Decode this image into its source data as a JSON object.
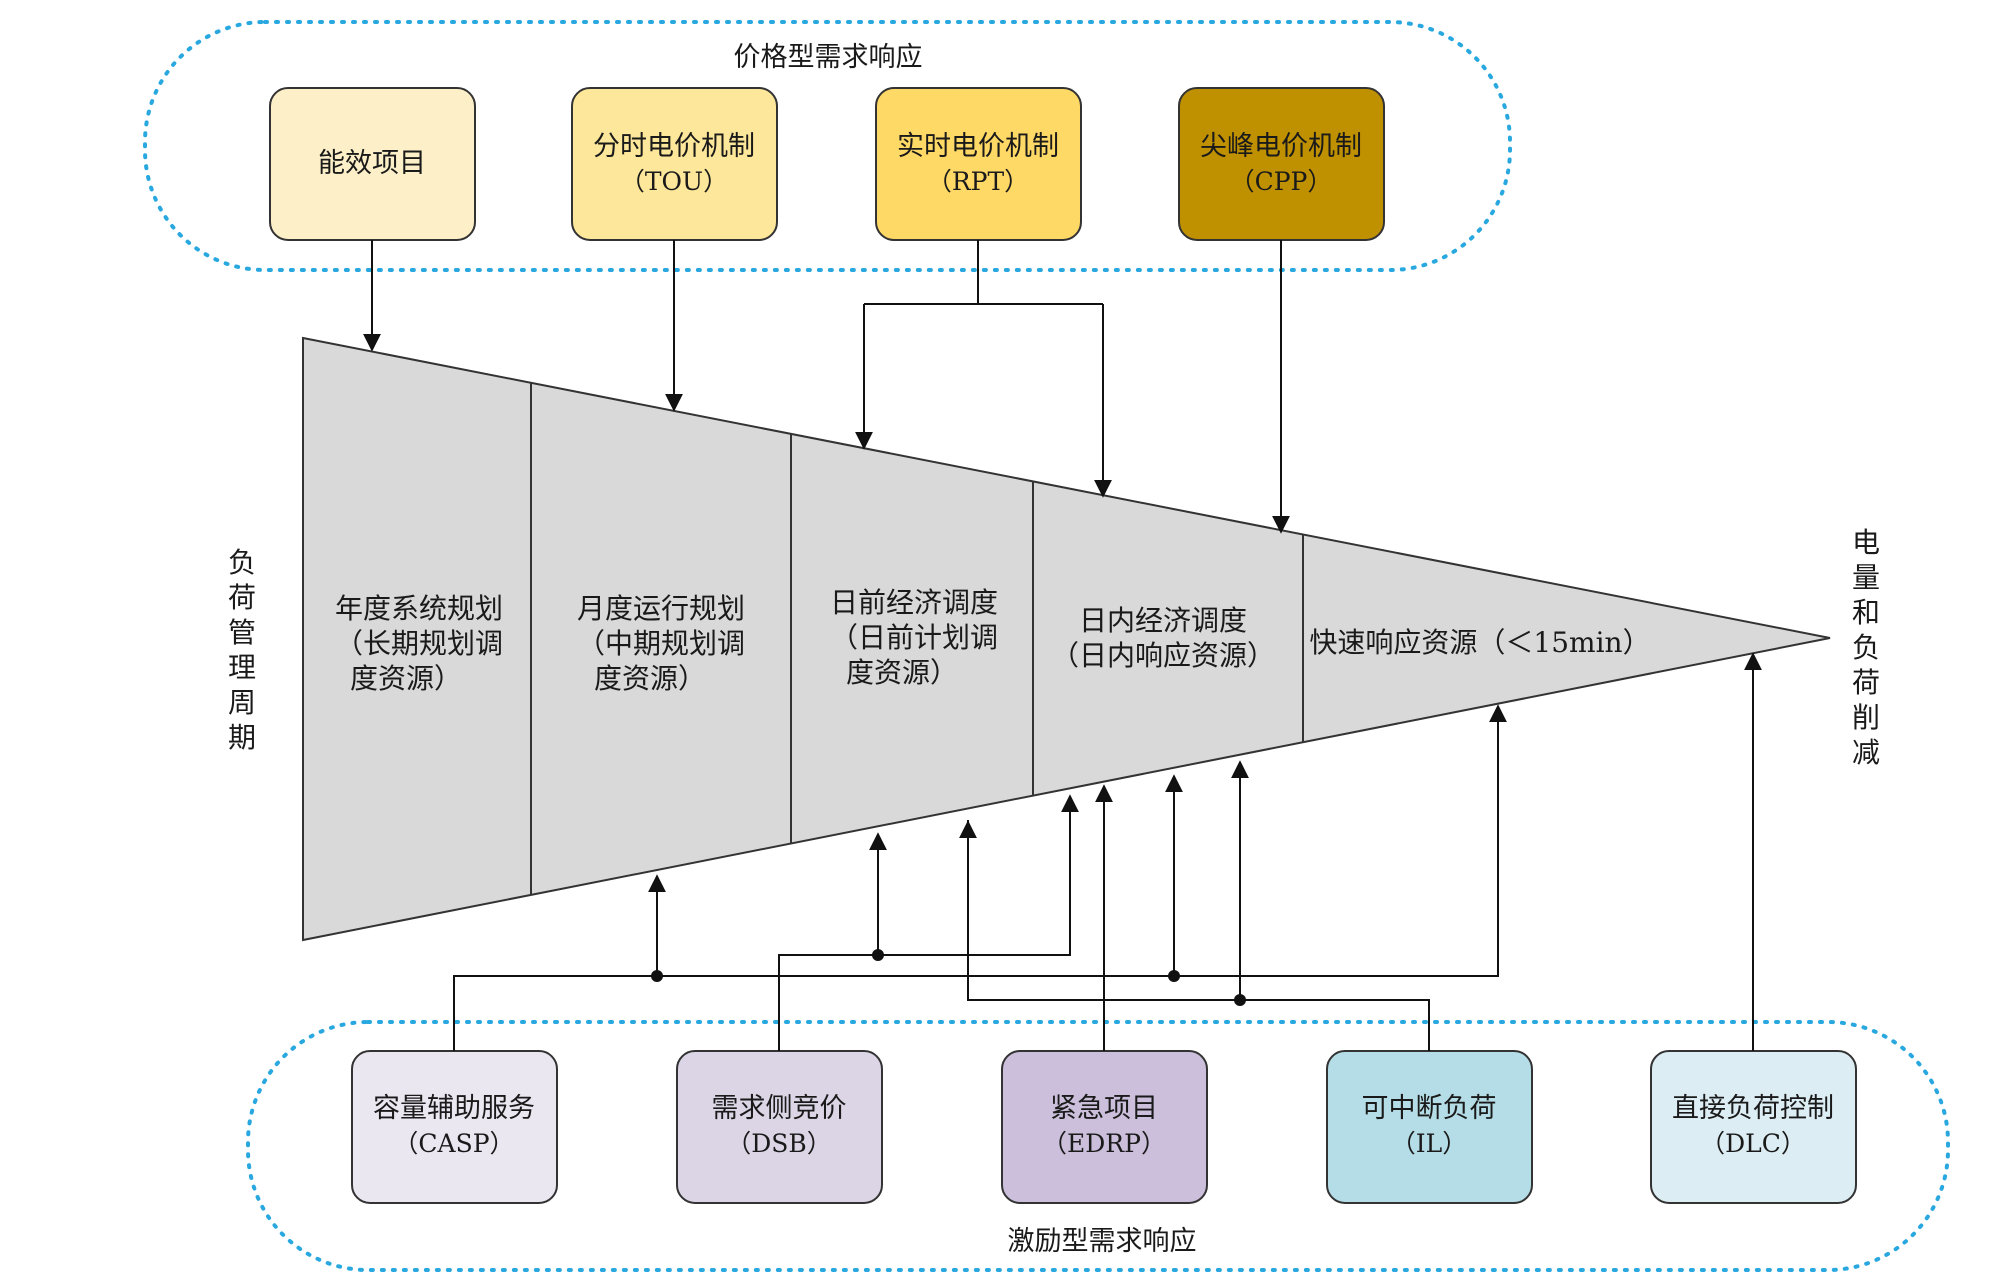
{
  "price_group": {
    "title": "价格型需求响应",
    "items": [
      {
        "line1": "能效项目",
        "line2": "",
        "color": "#fdf0c9"
      },
      {
        "line1": "分时电价机制",
        "line2": "（TOU）",
        "color": "#fde79a"
      },
      {
        "line1": "实时电价机制",
        "line2": "（RPT）",
        "color": "#ffd966"
      },
      {
        "line1": "尖峰电价机制",
        "line2": "（CPP）",
        "color": "#bf9000"
      }
    ]
  },
  "incentive_group": {
    "title": "激励型需求响应",
    "items": [
      {
        "line1": "容量辅助服务",
        "line2": "（CASP）",
        "color": "#ebe7f1"
      },
      {
        "line1": "需求侧竞价",
        "line2": "（DSB）",
        "color": "#dcd5e6"
      },
      {
        "line1": "紧急项目",
        "line2": "（EDRP）",
        "color": "#cbbfdb"
      },
      {
        "line1": "可中断负荷",
        "line2": "（IL）",
        "color": "#b5dde7"
      },
      {
        "line1": "直接负荷控制",
        "line2": "（DLC）",
        "color": "#dcedf3"
      }
    ]
  },
  "stages": [
    {
      "lines": [
        "年度系统规划",
        "（长期规划调",
        "度资源）"
      ]
    },
    {
      "lines": [
        "月度运行规划",
        "（中期规划调",
        "度资源）"
      ]
    },
    {
      "lines": [
        "日前经济调度",
        "（日前计划调",
        "度资源）"
      ]
    },
    {
      "lines": [
        "日内经济调度",
        "（日内响应资源）"
      ]
    },
    {
      "lines": [
        "快速响应资源（＜15min）"
      ]
    }
  ],
  "left_axis": "负荷管理周期",
  "right_axis": "电量和负荷削减",
  "colors": {
    "dotted_border": "#29a8e0",
    "funnel_fill": "#d9d9d9",
    "box_border": "#333333"
  }
}
